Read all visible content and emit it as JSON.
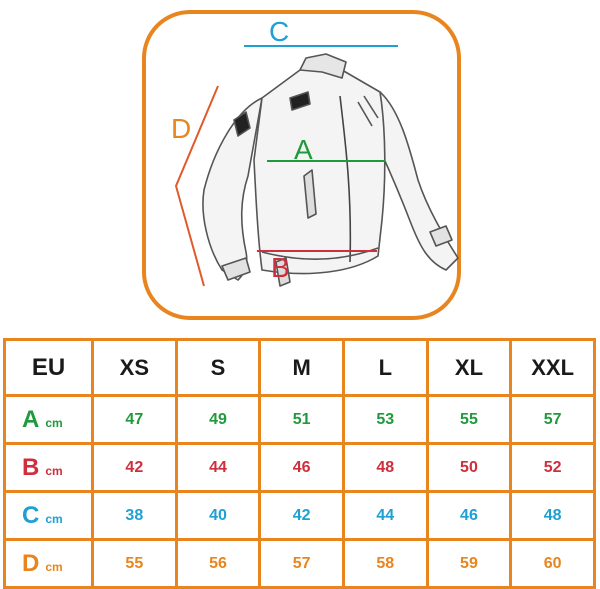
{
  "colors": {
    "frame": "#e8851e",
    "A": "#1f9a3c",
    "B": "#cf2e3c",
    "C": "#1ea0d4",
    "D": "#e8851e"
  },
  "diagram": {
    "labels": {
      "A": "A",
      "B": "B",
      "C": "C",
      "D": "D"
    },
    "image": "jacket-sketch"
  },
  "table": {
    "corner": "EU",
    "sizes": [
      "XS",
      "S",
      "M",
      "L",
      "XL",
      "XXL"
    ],
    "unit": "cm",
    "rows": [
      {
        "letter": "A",
        "color": "#1f9a3c",
        "values": [
          "47",
          "49",
          "51",
          "53",
          "55",
          "57"
        ]
      },
      {
        "letter": "B",
        "color": "#cf2e3c",
        "values": [
          "42",
          "44",
          "46",
          "48",
          "50",
          "52"
        ]
      },
      {
        "letter": "C",
        "color": "#1ea0d4",
        "values": [
          "38",
          "40",
          "42",
          "44",
          "46",
          "48"
        ]
      },
      {
        "letter": "D",
        "color": "#e8851e",
        "values": [
          "55",
          "56",
          "57",
          "58",
          "59",
          "60"
        ]
      }
    ]
  }
}
